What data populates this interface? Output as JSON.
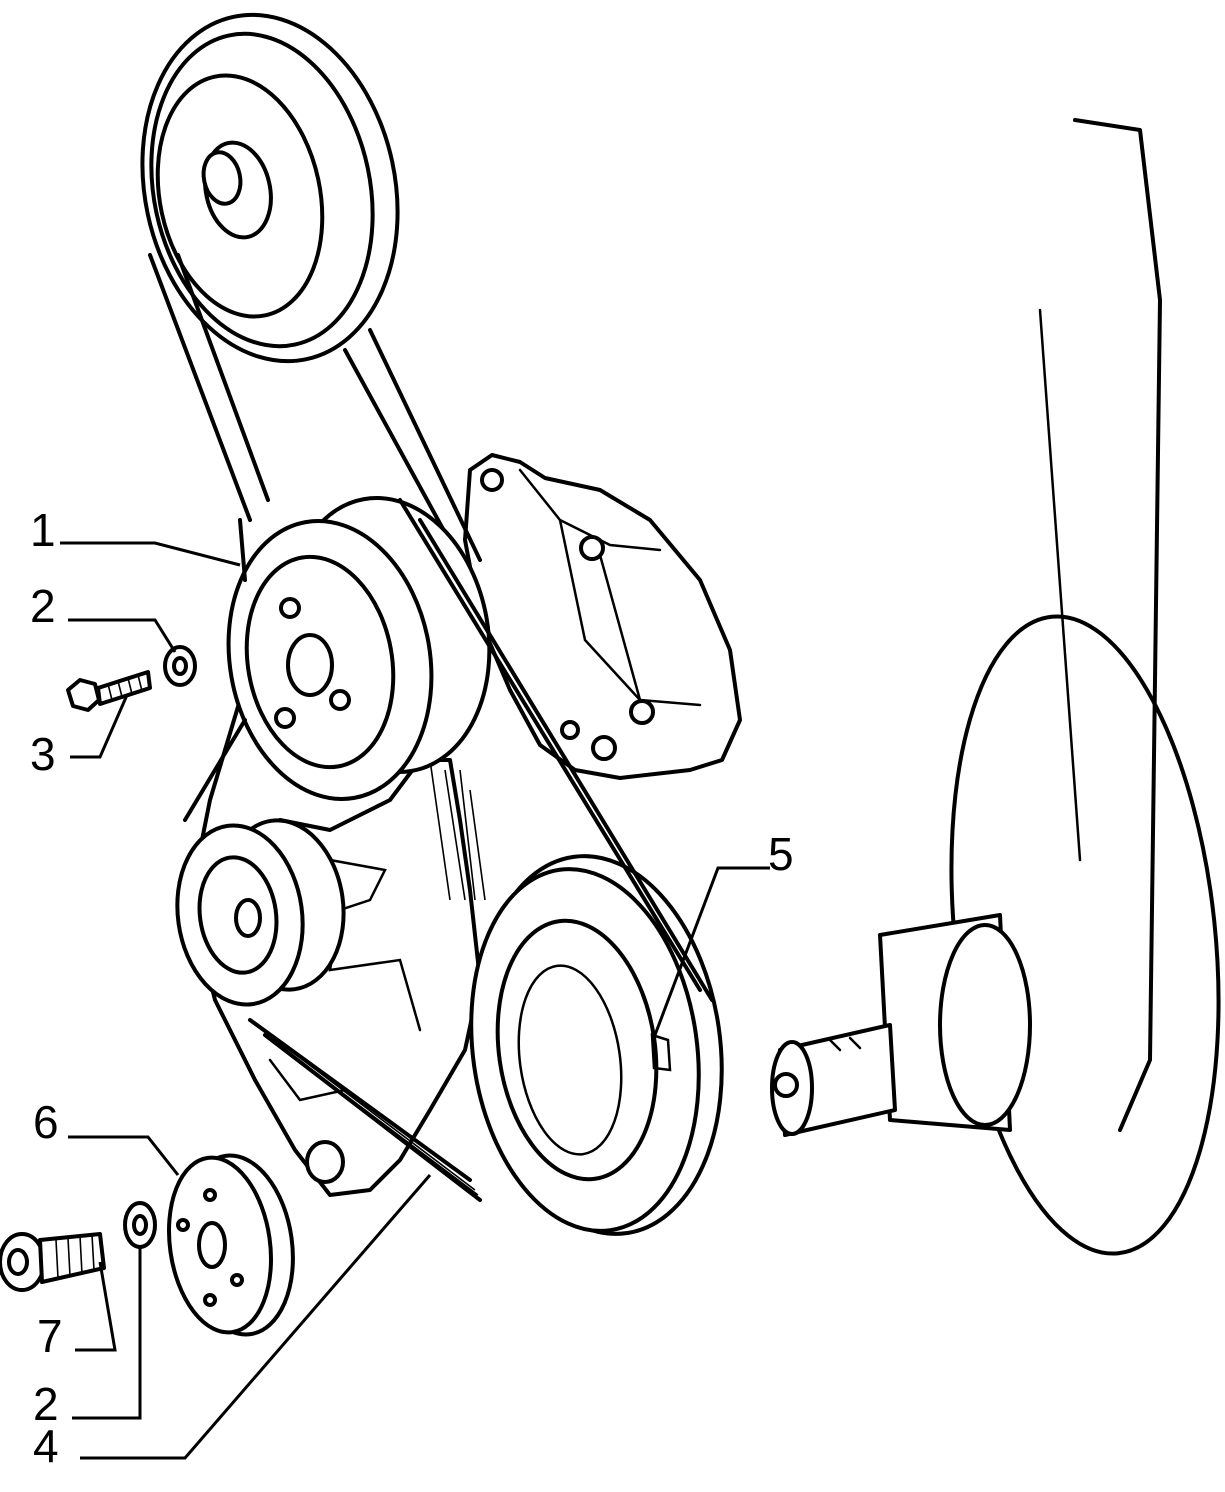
{
  "callouts": [
    {
      "id": "1",
      "label": "1"
    },
    {
      "id": "2a",
      "label": "2"
    },
    {
      "id": "3",
      "label": "3"
    },
    {
      "id": "5",
      "label": "5"
    },
    {
      "id": "6",
      "label": "6"
    },
    {
      "id": "7",
      "label": "7"
    },
    {
      "id": "2b",
      "label": "2"
    },
    {
      "id": "4",
      "label": "4"
    }
  ]
}
